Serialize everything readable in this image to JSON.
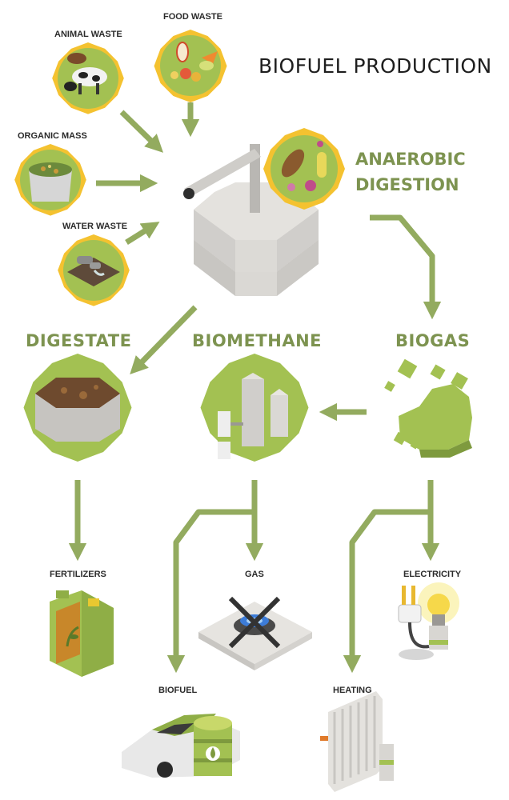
{
  "title": "BIOFUEL PRODUCTION",
  "inputs": {
    "animal_waste": "ANIMAL WASTE",
    "food_waste": "FOOD WASTE",
    "organic_mass": "ORGANIC MASS",
    "water_waste": "WATER WASTE"
  },
  "process": {
    "line1": "ANAEROBIC",
    "line2": "DIGESTION"
  },
  "stages": {
    "digestate": "DIGESTATE",
    "biomethane": "BIOMETHANE",
    "biogas": "BIOGAS"
  },
  "outputs": {
    "fertilizers": "FERTILIZERS",
    "gas": "GAS",
    "electricity": "ELECTRICITY",
    "biofuel": "BIOFUEL",
    "heating": "HEATING"
  },
  "colors": {
    "arrow": "#93ab5f",
    "badge_ring": "#f4c230",
    "badge_fill": "#a3c152",
    "accent_text": "#7d9350",
    "tank": "#d8d6d2",
    "tank_dark": "#6e5a56"
  }
}
